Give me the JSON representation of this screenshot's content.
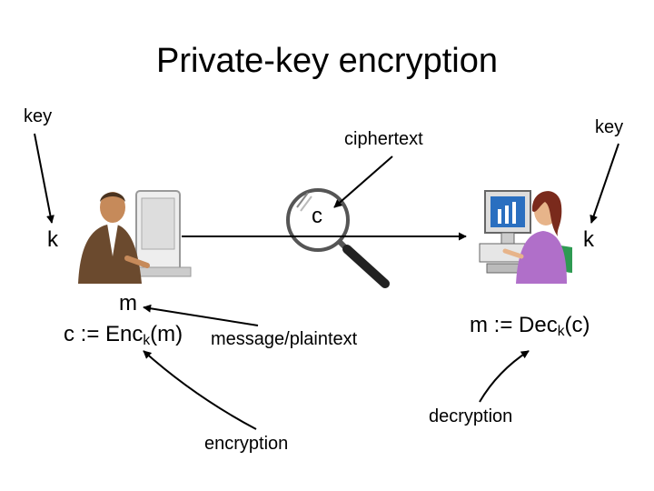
{
  "title": "Private-key encryption",
  "labels": {
    "key_left": "key",
    "key_right": "key",
    "k_left": "k",
    "k_right": "k",
    "ciphertext": "ciphertext",
    "c": "c",
    "m_left": "m",
    "enc_prefix": "c := Enc",
    "enc_sub": "k",
    "enc_suffix": "(m)",
    "message_plaintext": "message/plaintext",
    "dec_prefix": "m := Dec",
    "dec_sub": "k",
    "dec_suffix": "(c)",
    "decryption": "decryption",
    "encryption": "encryption"
  },
  "colors": {
    "sender_skin": "#c68a5a",
    "sender_shirt": "#6b4a2e",
    "receiver_shirt": "#b06fc9",
    "receiver_hair": "#7a2a1c",
    "screen": "#2a6fc0",
    "magnifier": "#555555"
  }
}
